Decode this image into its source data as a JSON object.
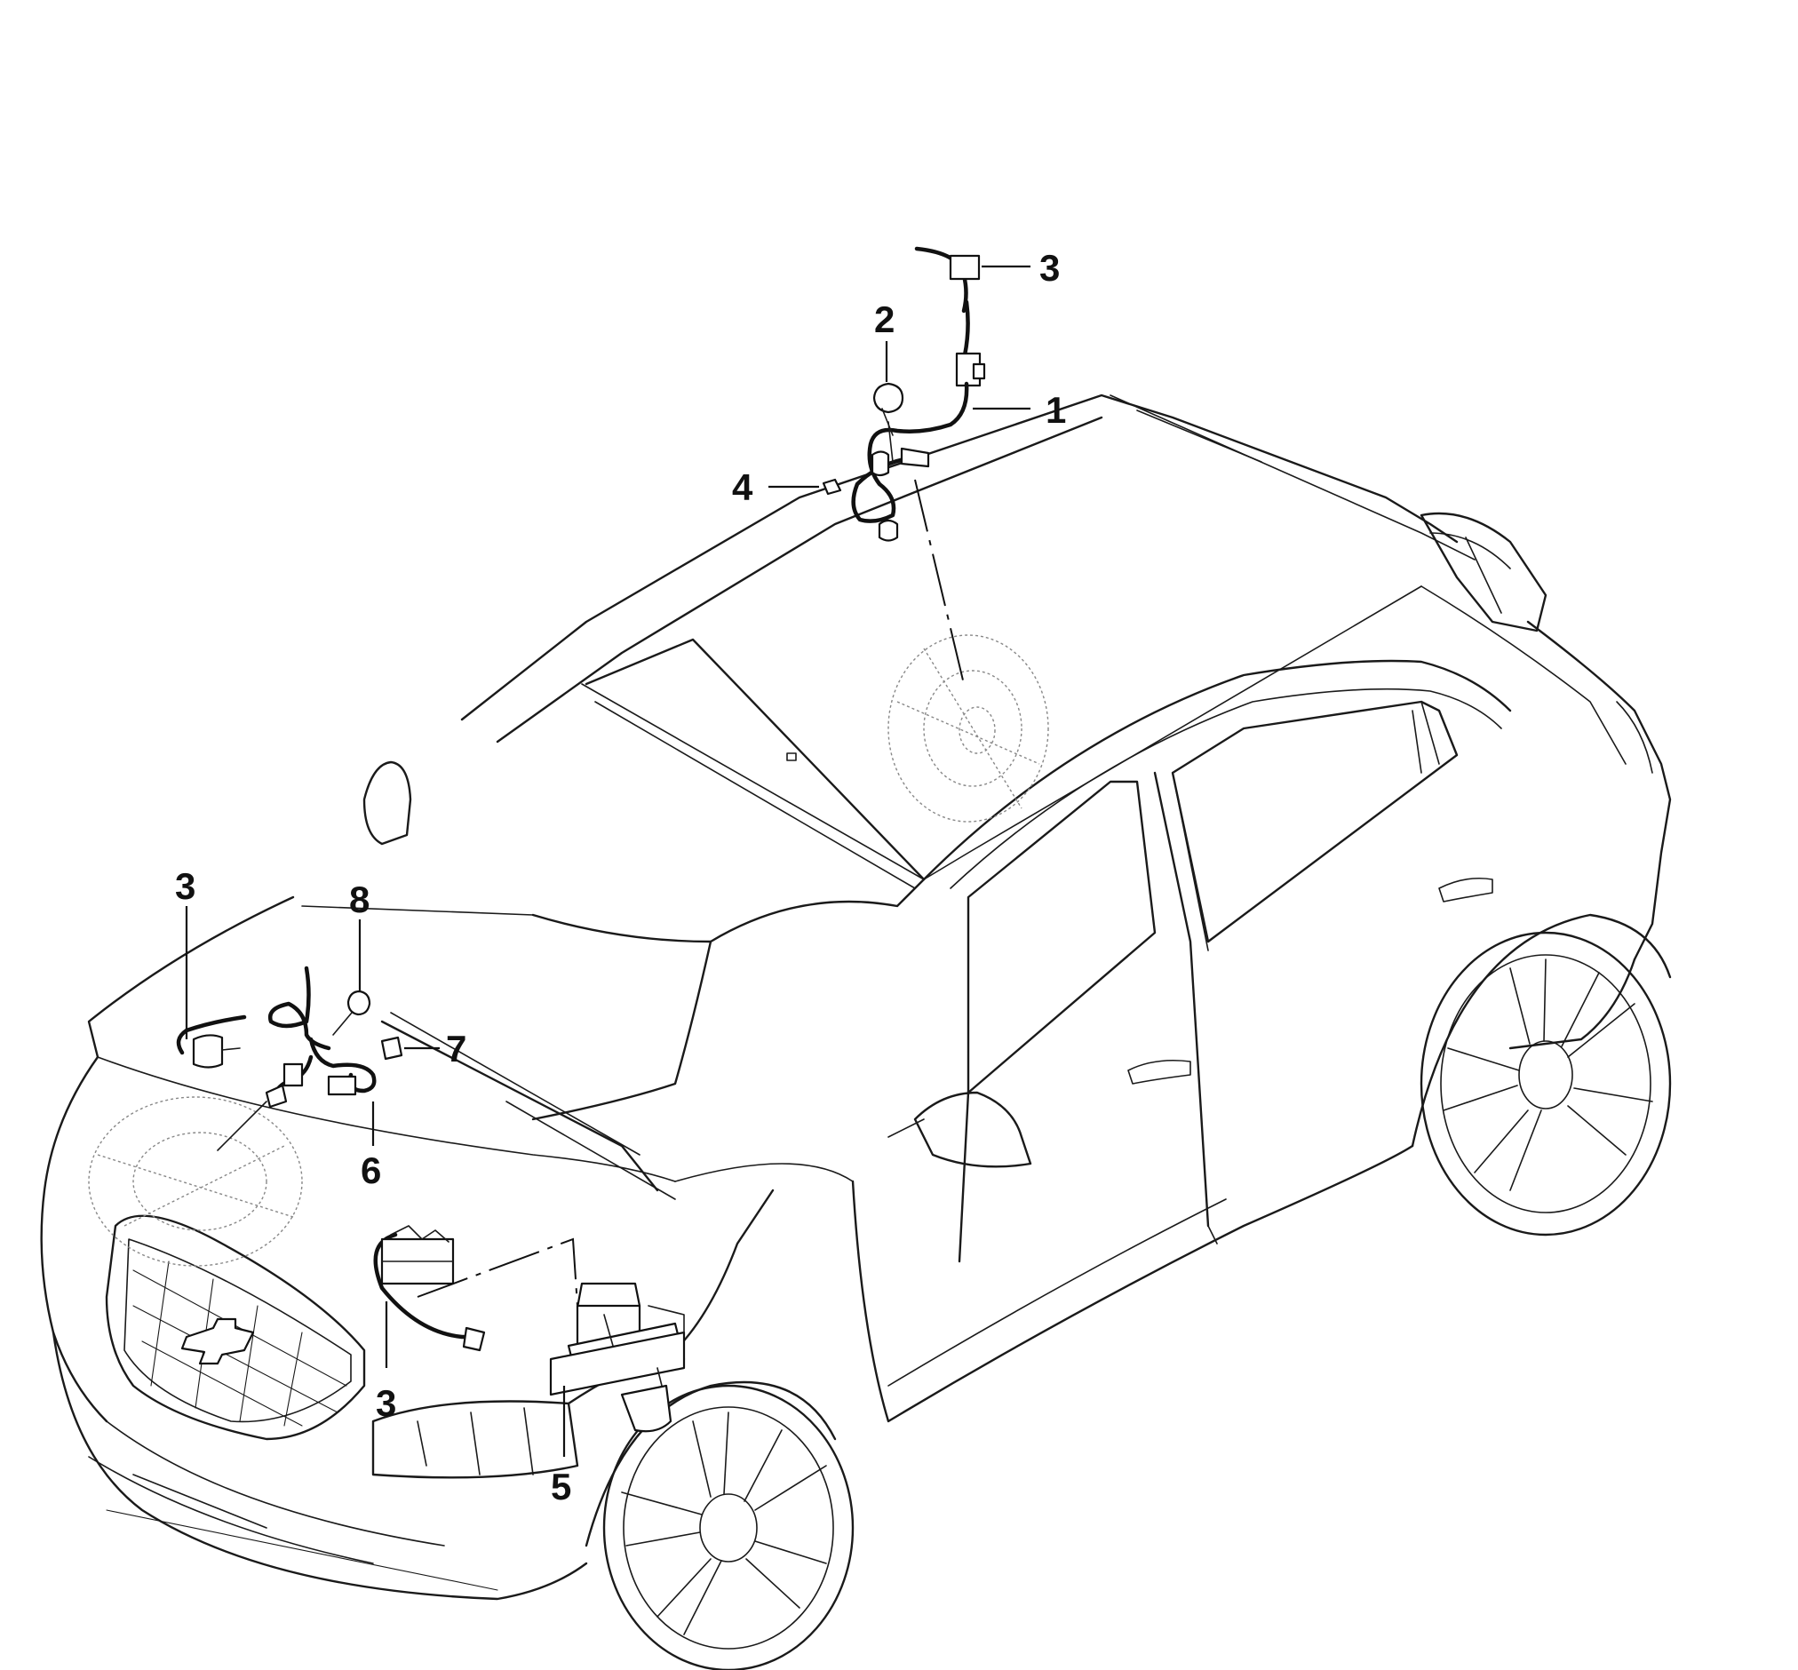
{
  "callouts": [
    {
      "id": "c1",
      "text": "1"
    },
    {
      "id": "c2",
      "text": "2"
    },
    {
      "id": "c3a",
      "text": "3"
    },
    {
      "id": "c3b",
      "text": "3"
    },
    {
      "id": "c3c",
      "text": "3"
    },
    {
      "id": "c4",
      "text": "4"
    },
    {
      "id": "c5",
      "text": "5"
    },
    {
      "id": "c6",
      "text": "6"
    },
    {
      "id": "c7",
      "text": "7"
    },
    {
      "id": "c8",
      "text": "8"
    }
  ],
  "colors": {
    "line": "#1a1a1a",
    "ghost": "#888888",
    "background": "#ffffff"
  }
}
